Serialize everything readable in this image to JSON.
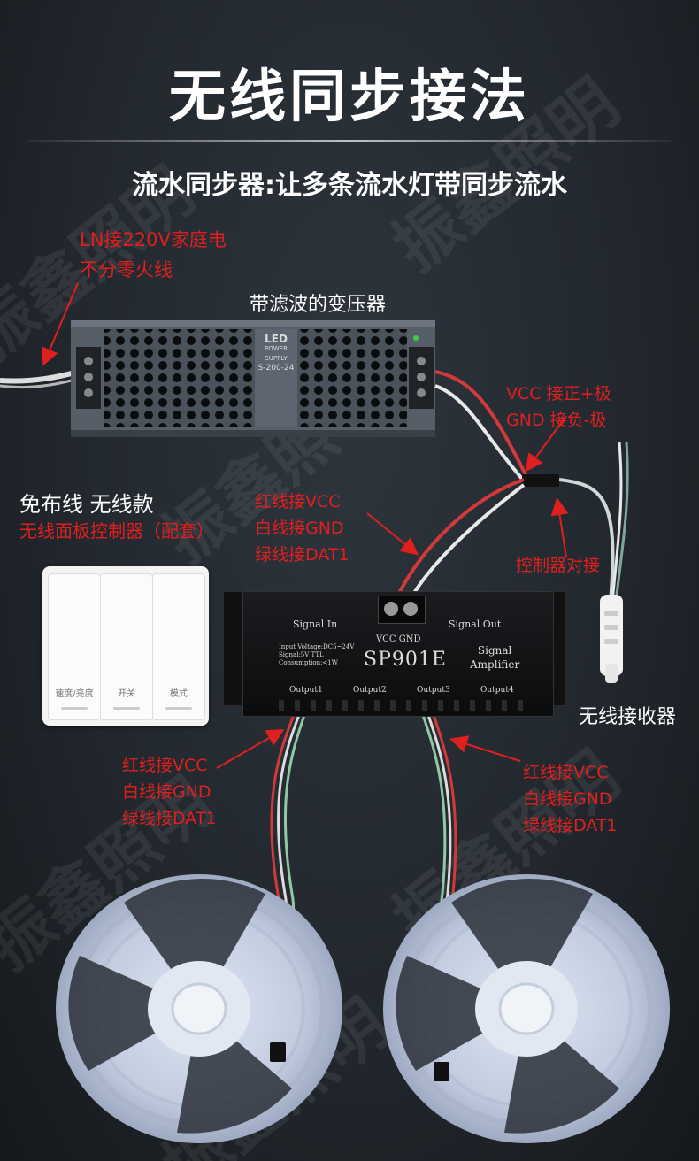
{
  "header": {
    "title": "无线同步接法",
    "subtitle": "流水同步器:让多条流水灯带同步流水"
  },
  "power": {
    "ln_line1": "LN接220V家庭电",
    "ln_line2": "不分零火线",
    "transformer_label": "带滤波的变压器",
    "psu_text1": "LED",
    "psu_text2": "POWER SUPPLY",
    "psu_text3": "S-200-24",
    "vcc_note": "VCC 接正+极",
    "gnd_note": "GND 接负-极"
  },
  "controller": {
    "line1": "免布线 无线款",
    "line2": "无线面板控制器（配套）",
    "keys": [
      "速度/亮度",
      "开关",
      "模式"
    ],
    "receiver_label": "无线接收器",
    "connect_note": "控制器对接"
  },
  "wiring": {
    "top": [
      "红线接VCC",
      "白线接GND",
      "绿线接DAT1"
    ],
    "left": [
      "红线接VCC",
      "白线接GND",
      "绿线接DAT1"
    ],
    "right": [
      "红线接VCC",
      "白线接GND",
      "绿线接DAT1"
    ]
  },
  "amplifier": {
    "model": "SP901E",
    "signal_in": "Signal In",
    "signal_out": "Signal Out",
    "vcc_gnd": "VCC GND",
    "spec1": "Input Voltage:DC5~24V",
    "spec2": "Signal:5V TTL",
    "spec3": "Consumption:<1W",
    "name1": "Signal",
    "name2": "Amplifier",
    "outputs": [
      "Output1",
      "Output2",
      "Output3",
      "Output4"
    ]
  },
  "watermark": "振鑫照明",
  "colors": {
    "accent_red": "#e0201e",
    "background": "#22282e"
  }
}
